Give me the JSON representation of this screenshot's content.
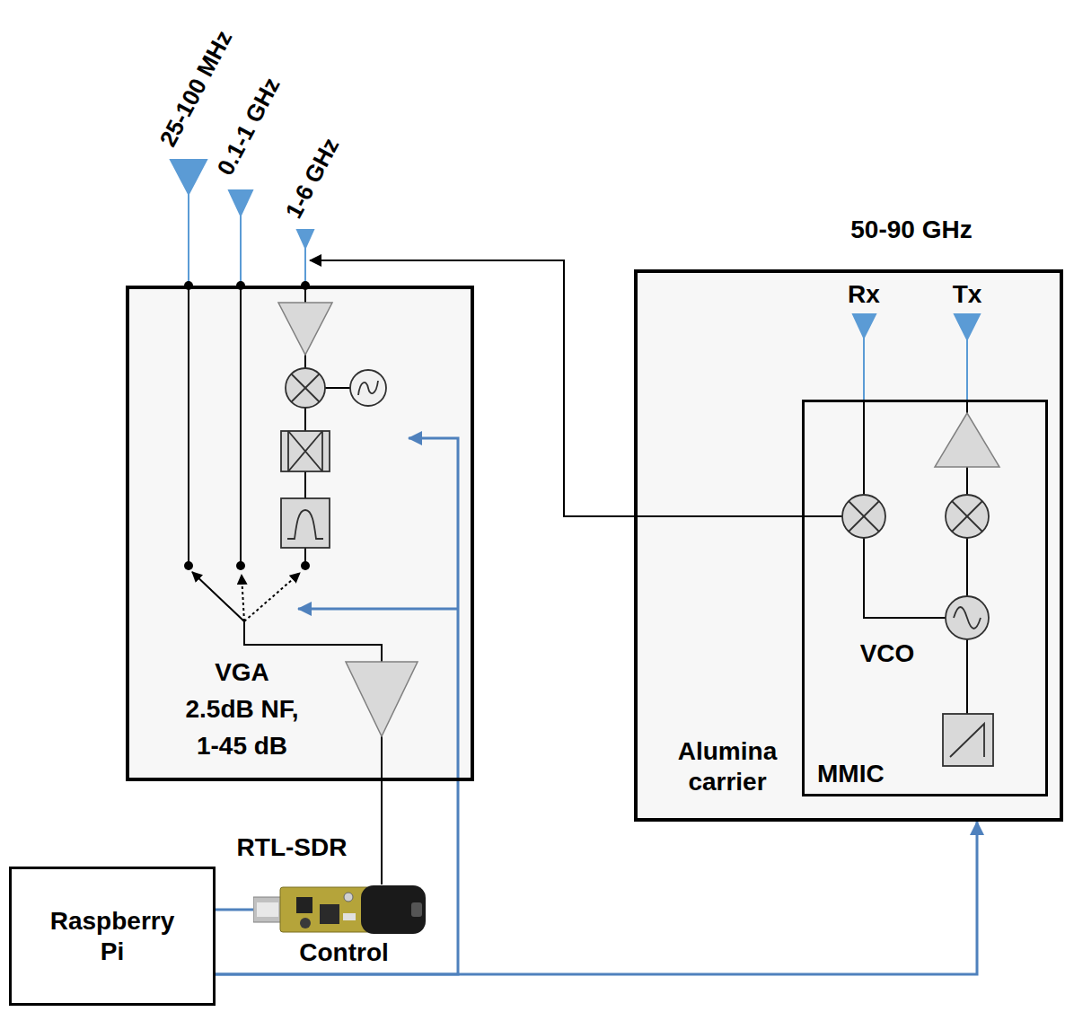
{
  "diagram": {
    "nodes": [
      {
        "text": [
          "VGA 2.5dB NF, 1-45 dB"
        ]
      },
      {
        "text": [
          "50-90 GHz",
          "Alumina carrier"
        ]
      },
      {
        "text": [
          "MMIC"
        ],
        "in": 1
      },
      {
        "text": [
          "RTL-SDR"
        ]
      },
      {
        "text": [
          "Raspberry Pi"
        ]
      }
    ],
    "edges": [
      {
        "from": 0,
        "to": 3,
        "arrow": "none"
      },
      {
        "from": 3,
        "to": 4,
        "arrow": "none"
      },
      {
        "from": 4,
        "to": 0,
        "arrow": "to"
      },
      {
        "from": 4,
        "to": 1,
        "arrow": "to"
      },
      {
        "from": 2,
        "to": 0,
        "arrow": "to"
      }
    ],
    "labels": [
      "25-100 MHz",
      "0.1-1 GHz",
      "1-6 GHz",
      "Rx",
      "Tx",
      "VCO",
      "Control"
    ]
  }
}
